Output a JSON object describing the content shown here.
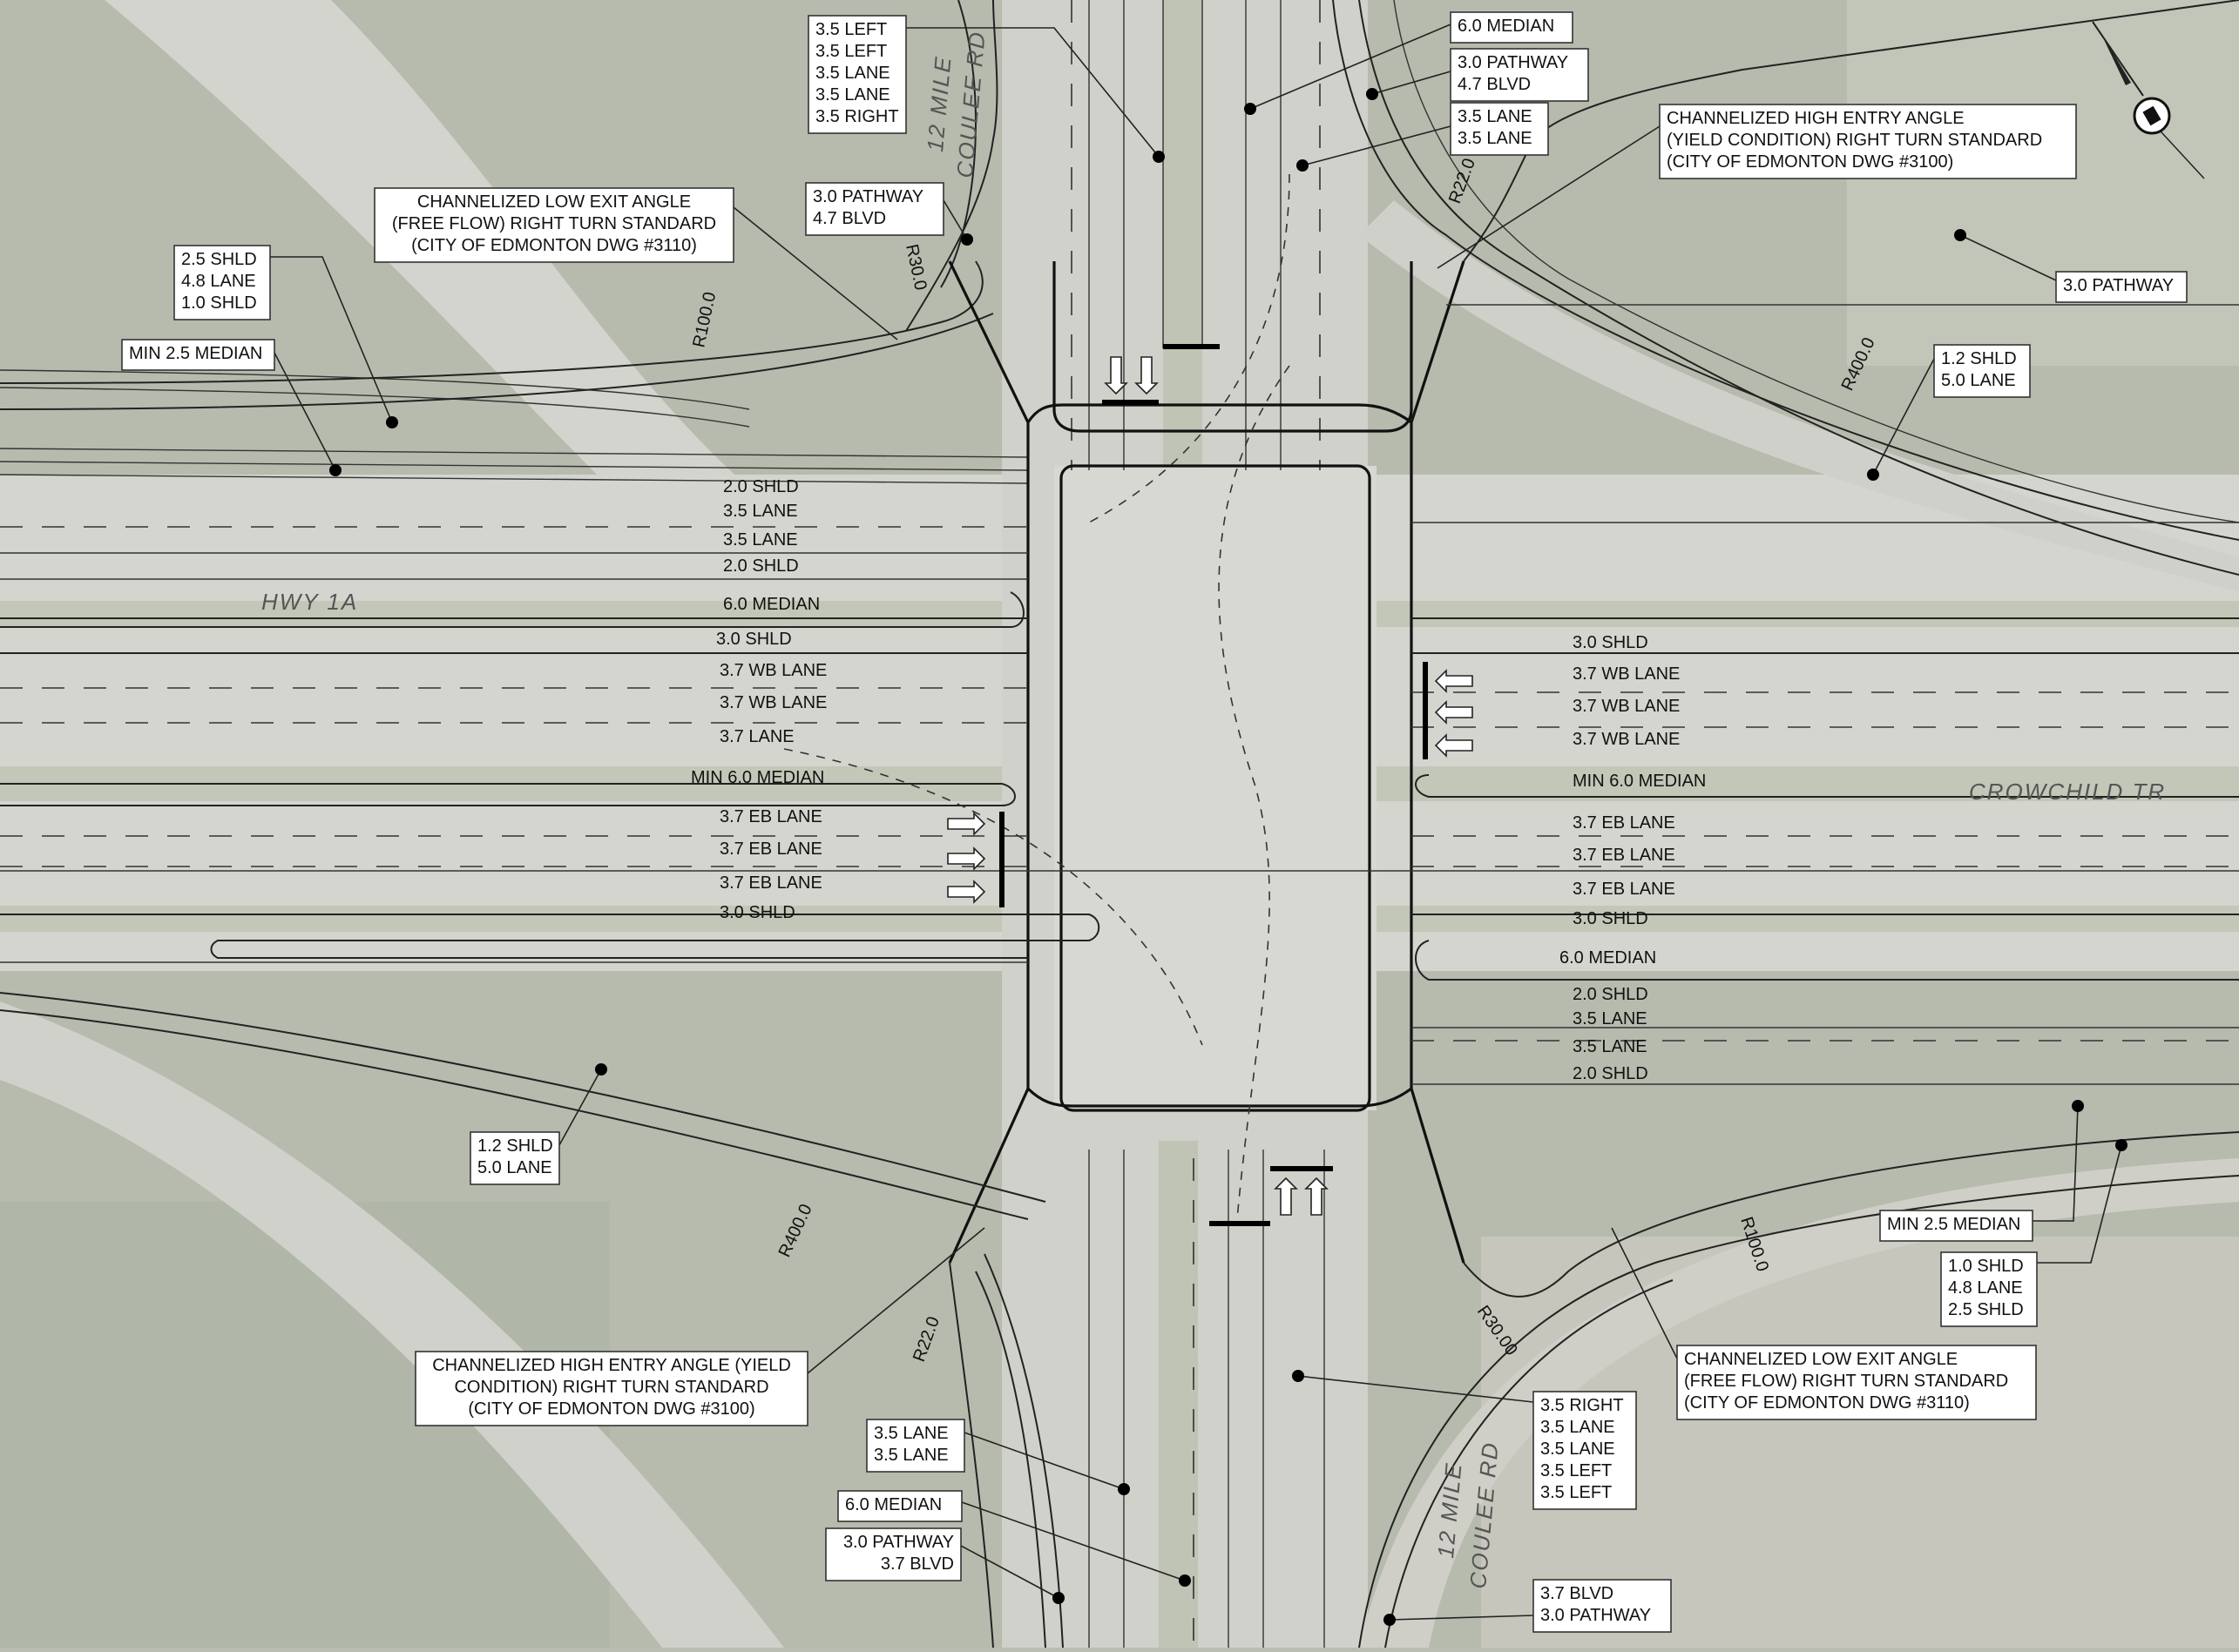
{
  "map": {
    "road_names": {
      "hwy": "HWY 1A",
      "crowchild": "CROWCHILD TR",
      "coulee_north_1": "12 MILE",
      "coulee_north_2": "COULEE RD",
      "coulee_south_1": "12 MILE",
      "coulee_south_2": "COULEE RD"
    },
    "radii": {
      "nw_r100": "R100.0",
      "nw_r30": "R30.0",
      "ne_r22": "R22.0",
      "ne_r400": "R400.0",
      "sw_r400": "R400.0",
      "sw_r22": "R22.0",
      "se_r30": "R30.00",
      "se_r100": "R100.0"
    },
    "west_labels": [
      "2.0 SHLD",
      "3.5 LANE",
      "3.5 LANE",
      "2.0 SHLD",
      "6.0 MEDIAN",
      "3.0 SHLD",
      "3.7 WB LANE",
      "3.7 WB LANE",
      "3.7 LANE",
      "MIN 6.0 MEDIAN",
      "3.7 EB LANE",
      "3.7 EB LANE",
      "3.7 EB LANE",
      "3.0 SHLD"
    ],
    "east_labels": [
      "3.0 SHLD",
      "3.7 WB LANE",
      "3.7 WB  LANE",
      "3.7 WB LANE",
      "MIN 6.0 MEDIAN",
      "3.7 EB LANE",
      "3.7 EB LANE",
      "3.7 EB  LANE",
      "3.0 SHLD",
      "6.0 MEDIAN",
      "2.0 SHLD",
      "3.5 LANE",
      "3.5 LANE",
      "2.0 SHLD"
    ],
    "callouts": [
      {
        "id": "n-lanes",
        "lines": [
          "3.5 LEFT",
          "3.5 LEFT",
          "3.5 LANE",
          "3.5 LANE",
          "3.5 RIGHT"
        ]
      },
      {
        "id": "n-median",
        "lines": [
          "6.0 MEDIAN"
        ]
      },
      {
        "id": "n-pathway-e",
        "lines": [
          "3.0 PATHWAY",
          "4.7 BLVD"
        ]
      },
      {
        "id": "n-lane-e",
        "lines": [
          "3.5 LANE",
          "3.5 LANE"
        ]
      },
      {
        "id": "ne-channel",
        "lines": [
          "CHANNELIZED HIGH ENTRY ANGLE",
          "(YIELD CONDITION)  RIGHT TURN STANDARD",
          "(CITY OF EDMONTON DWG #3100)"
        ]
      },
      {
        "id": "ne-pathway",
        "lines": [
          "3.0 PATHWAY"
        ]
      },
      {
        "id": "ne-shld",
        "lines": [
          "1.2 SHLD",
          "5.0 LANE"
        ]
      },
      {
        "id": "nw-channel",
        "lines": [
          "CHANNELIZED LOW EXIT ANGLE",
          "(FREE FLOW) RIGHT TURN STANDARD",
          "(CITY OF EDMONTON DWG #3110)"
        ]
      },
      {
        "id": "n-pathway-w",
        "lines": [
          "3.0 PATHWAY",
          "4.7 BLVD"
        ]
      },
      {
        "id": "nw-shld",
        "lines": [
          "2.5 SHLD",
          "4.8 LANE",
          "1.0 SHLD"
        ]
      },
      {
        "id": "nw-median",
        "lines": [
          "MIN 2.5 MEDIAN"
        ]
      },
      {
        "id": "sw-shld",
        "lines": [
          "1.2 SHLD",
          "5.0 LANE"
        ]
      },
      {
        "id": "sw-channel",
        "lines": [
          "CHANNELIZED HIGH ENTRY ANGLE (YIELD",
          "CONDITION) RIGHT TURN STANDARD",
          "(CITY OF EDMONTON DWG #3100)"
        ]
      },
      {
        "id": "s-lane-w",
        "lines": [
          "3.5 LANE",
          "3.5 LANE"
        ]
      },
      {
        "id": "s-median",
        "lines": [
          "6.0  MEDIAN"
        ]
      },
      {
        "id": "s-pathway-w",
        "lines": [
          "3.0 PATHWAY",
          "3.7 BLVD"
        ]
      },
      {
        "id": "s-lanes",
        "lines": [
          "3.5 RIGHT",
          "3.5 LANE",
          "3.5 LANE",
          "3.5 LEFT",
          "3.5 LEFT"
        ]
      },
      {
        "id": "s-pathway-e",
        "lines": [
          "3.7 BLVD",
          "3.0 PATHWAY"
        ]
      },
      {
        "id": "se-channel",
        "lines": [
          "CHANNELIZED LOW EXIT ANGLE",
          "(FREE FLOW) RIGHT TURN STANDARD",
          "(CITY OF EDMONTON DWG #3110)"
        ]
      },
      {
        "id": "se-median",
        "lines": [
          "MIN 2.5 MEDIAN"
        ]
      },
      {
        "id": "se-shld",
        "lines": [
          "1.0 SHLD",
          "4.8 LANE",
          "2.5 SHLD"
        ]
      }
    ],
    "colors": {
      "pavement": "#d2d3cd",
      "grass": "#b4b9ab",
      "linework": "#222222"
    }
  }
}
